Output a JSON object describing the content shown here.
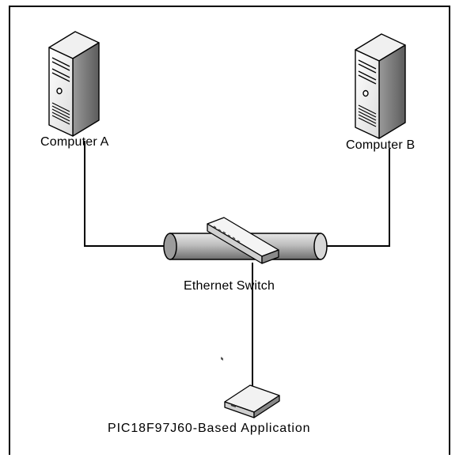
{
  "nodes": {
    "computer_a": {
      "label": "Computer A",
      "icon": "server-tower-icon"
    },
    "computer_b": {
      "label": "Computer B",
      "icon": "server-tower-icon"
    },
    "switch": {
      "label": "Ethernet Switch",
      "icon": "ethernet-switch-icon"
    },
    "application": {
      "label": "PIC18F97J60-Based Application",
      "icon": "embedded-device-icon"
    }
  },
  "colors": {
    "line": "#000000",
    "device_light": "#f2f2f2",
    "device_mid": "#c8c8c8",
    "device_dark": "#7a7a7a"
  }
}
